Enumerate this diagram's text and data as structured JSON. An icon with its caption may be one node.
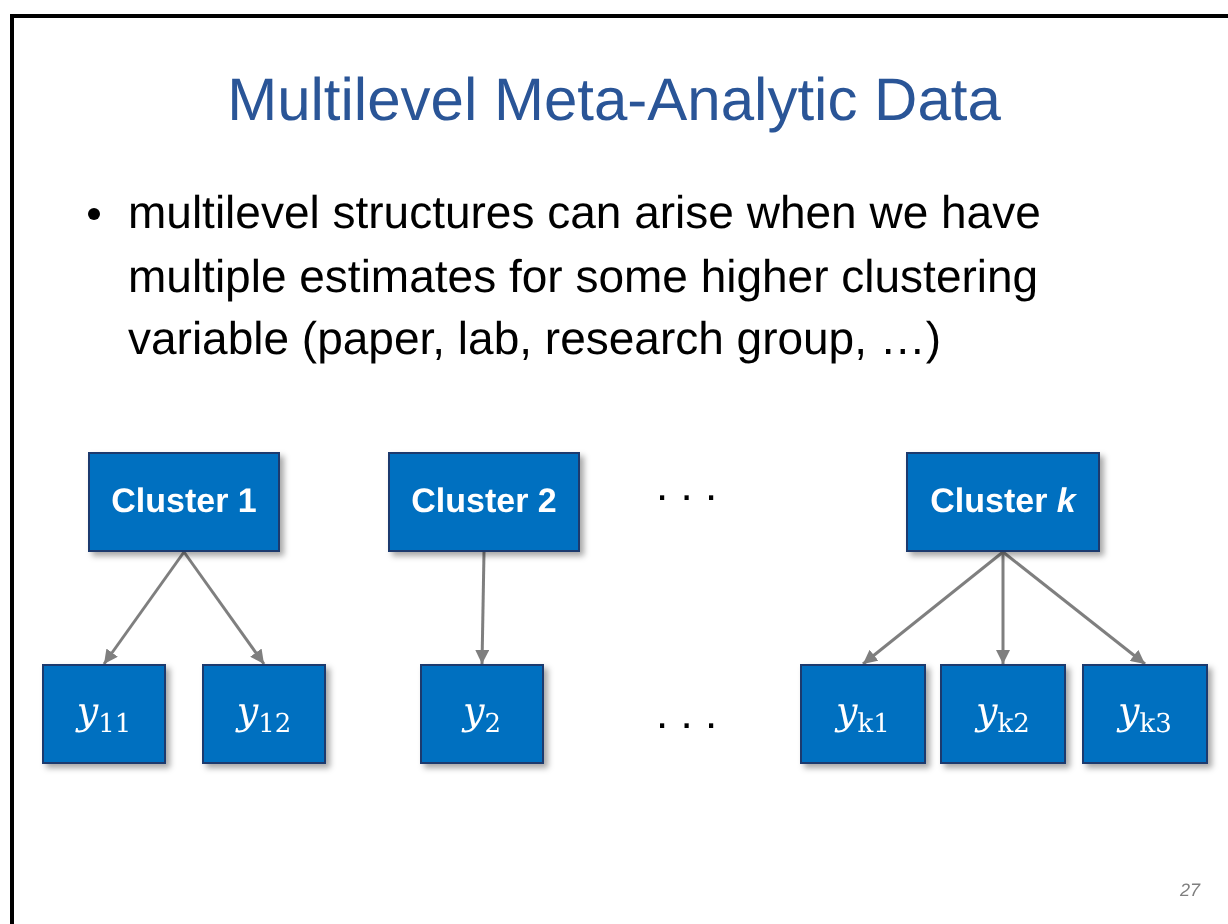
{
  "diagram": {
    "title": "Multilevel Meta-Analytic Data",
    "nodes": [
      {
        "text": [
          "Cluster 1"
        ]
      },
      {
        "text": [
          "Cluster 2"
        ]
      },
      {
        "text": [
          "Cluster *k*"
        ]
      },
      {
        "text": [
          "*y*$_{11}$"
        ]
      },
      {
        "text": [
          "*y*$_{12}$"
        ]
      },
      {
        "text": [
          "*y*$_{2}$"
        ]
      },
      {
        "text": [
          "*y*$_{k1}$"
        ]
      },
      {
        "text": [
          "*y*$_{k2}$"
        ]
      },
      {
        "text": [
          "*y*$_{k3}$"
        ]
      }
    ],
    "edges": [
      {
        "from": 0,
        "to": 3,
        "arrow": "to"
      },
      {
        "from": 0,
        "to": 4,
        "arrow": "to"
      },
      {
        "from": 1,
        "to": 5,
        "arrow": "to"
      },
      {
        "from": 2,
        "to": 6,
        "arrow": "to"
      },
      {
        "from": 2,
        "to": 7,
        "arrow": "to"
      },
      {
        "from": 2,
        "to": 8,
        "arrow": "to"
      }
    ],
    "labels": [
      "multilevel structures can arise when we have multiple estimates for some higher clustering variable (paper, lab, research group, …)",
      ". . .",
      ". . .",
      "27"
    ]
  }
}
